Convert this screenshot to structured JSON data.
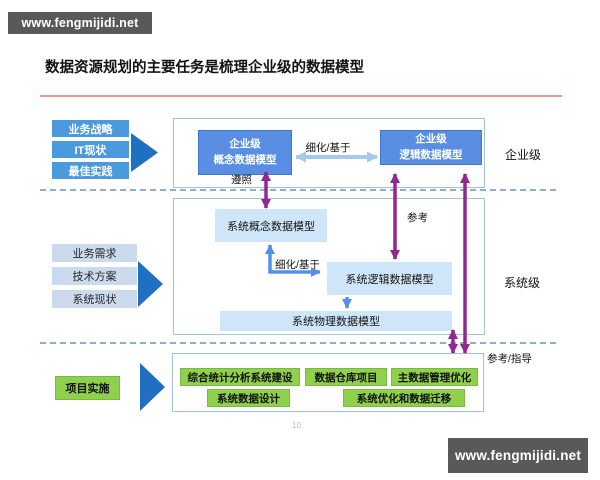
{
  "watermarks": {
    "top": "www.fengmijidi.net",
    "bottom": "www.fengmijidi.net"
  },
  "title": "数据资源规划的主要任务是梳理企业级的数据模型",
  "page_number": "10",
  "colors": {
    "banner_gray": "#58595b",
    "input_blue": "#4c9ade",
    "pale_input_blue": "#cbdaec",
    "model_blue": "#5a8ee2",
    "light_blue_box": "#cfe6f8",
    "green": "#8fd04d",
    "purple_arrow": "#92278f",
    "triangle_blue": "#1f6fc2",
    "connector_blue": "#5590e8",
    "light_arrow_blue": "#a5c8ef",
    "underline_red": "#e29a94"
  },
  "inputs": {
    "group1": [
      "业务战略",
      "IT现状",
      "最佳实践"
    ],
    "group2": [
      "业务需求",
      "技术方案",
      "系统现状"
    ],
    "project": "项目实施"
  },
  "enterprise": {
    "level_label": "企业级",
    "conceptual": {
      "line1": "企业级",
      "line2": "概念数据模型"
    },
    "logical": {
      "line1": "企业级",
      "line2": "逻辑数据模型"
    },
    "refine_label": "细化/基于",
    "comply_label": "遵照"
  },
  "system": {
    "level_label": "系统级",
    "conceptual": "系统概念数据模型",
    "logical": "系统逻辑数据模型",
    "physical": "系统物理数据模型",
    "refine_label": "细化/基于",
    "reference_label": "参考"
  },
  "projects": {
    "level_label": "参考/指导",
    "row1": [
      "综合统计分析系统建设",
      "数据仓库项目",
      "主数据管理优化"
    ],
    "row2": [
      "系统数据设计",
      "系统优化和数据迁移"
    ]
  }
}
